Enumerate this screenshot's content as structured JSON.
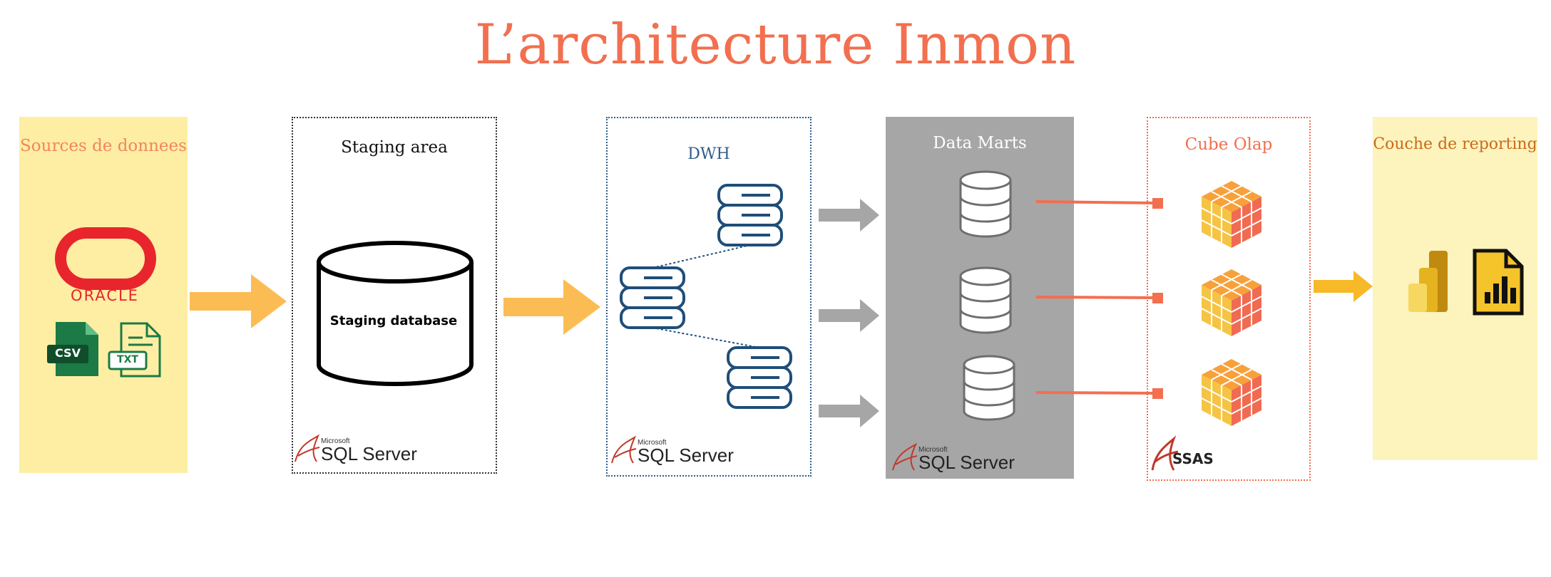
{
  "title": "L’architecture Inmon",
  "panels": {
    "sources": {
      "title": "Sources de donnees",
      "oracle_logo": "ORACLE",
      "csv_label": "CSV",
      "txt_label": "TXT"
    },
    "staging": {
      "title": "Staging area",
      "database_label": "Staging  database",
      "vendor_small": "Microsoft",
      "vendor": "SQL Server"
    },
    "dwh": {
      "title": "DWH",
      "vendor_small": "Microsoft",
      "vendor": "SQL Server"
    },
    "data_marts": {
      "title": "Data Marts",
      "vendor_small": "Microsoft",
      "vendor": "SQL Server"
    },
    "cube": {
      "title": "Cube  Olap",
      "vendor": "SSAS"
    },
    "reporting": {
      "title": "Couche de reporting"
    }
  },
  "colors": {
    "title": "#f26f4f",
    "sources_bg": "#fdeea4",
    "reporting_bg": "#fdf3bd",
    "marts_bg": "#a6a6a6",
    "arrow_orange": "#fcbc54",
    "arrow_gray": "#a6a6a6",
    "db_blue": "#1f4e79",
    "connector": "#f26f4f"
  },
  "icons": [
    "oracle-logo",
    "csv-file-icon",
    "txt-file-icon",
    "database-icon",
    "server-stack-icon",
    "olap-cube-icon",
    "power-bi-icon",
    "report-file-icon",
    "sql-server-logo",
    "ssas-logo"
  ]
}
